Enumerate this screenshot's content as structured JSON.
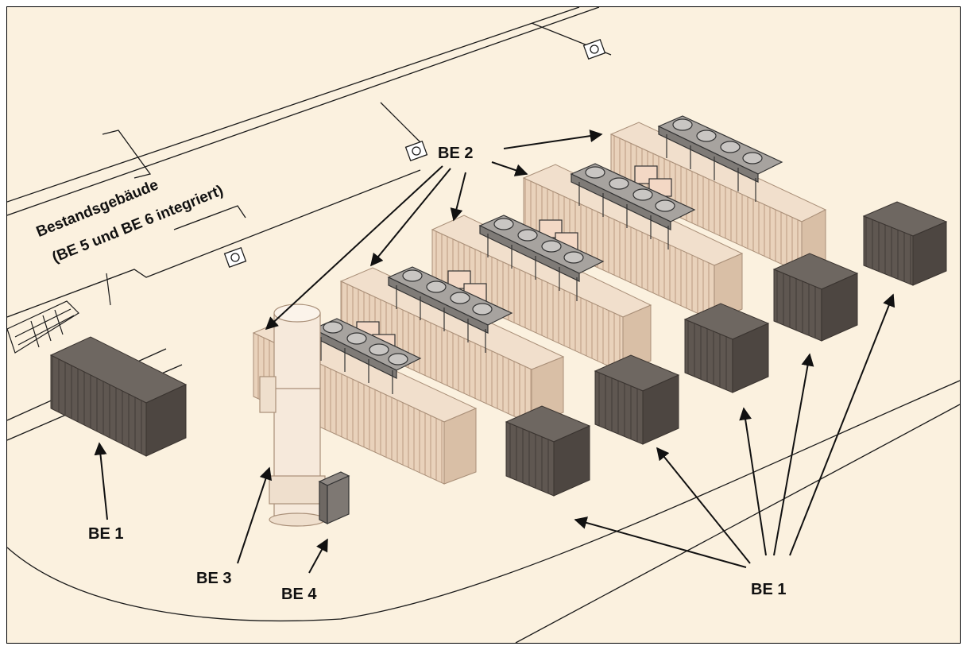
{
  "labels": {
    "building_line1": "Bestandsgebäude",
    "building_line2": "(BE 5 und BE 6 integriert)",
    "be1_left": "BE 1",
    "be1_right": "BE 1",
    "be2": "BE 2",
    "be3": "BE 3",
    "be4": "BE 4"
  },
  "colors": {
    "background": "#fbf1df",
    "container_dark": "#5e5650",
    "container_beige": "#e8cfb8",
    "cooler": "#9a9692",
    "chimney": "#f4e6d6",
    "line": "#1a1a1a"
  }
}
